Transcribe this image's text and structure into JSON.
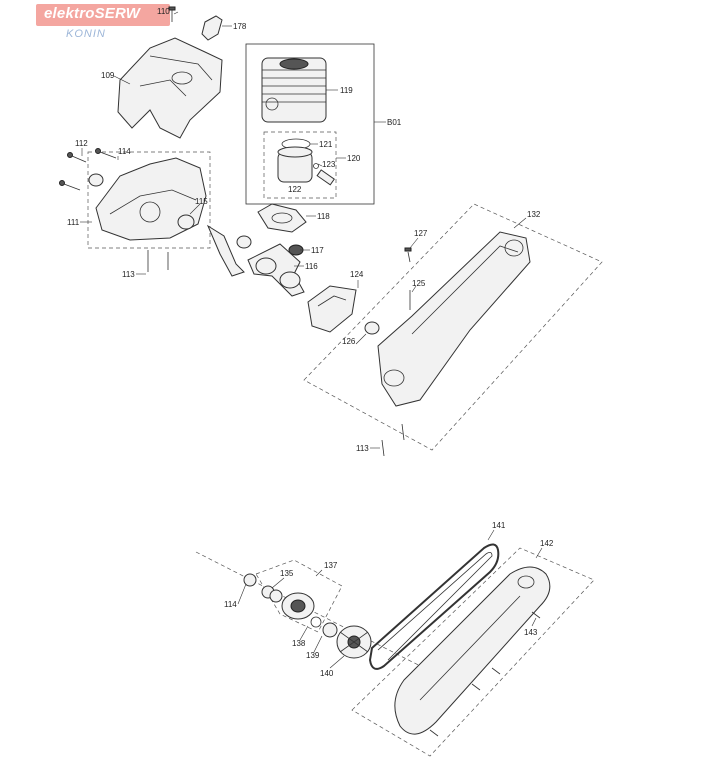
{
  "logo": {
    "main": "elektroSERW",
    "sub": "KONIN"
  },
  "callouts": [
    {
      "id": "110",
      "label": "110"
    },
    {
      "id": "178",
      "label": "178"
    },
    {
      "id": "109",
      "label": "109"
    },
    {
      "id": "119",
      "label": "119"
    },
    {
      "id": "B01",
      "label": "B01"
    },
    {
      "id": "121",
      "label": "121"
    },
    {
      "id": "120",
      "label": "120"
    },
    {
      "id": "123",
      "label": "123"
    },
    {
      "id": "122",
      "label": "122"
    },
    {
      "id": "112",
      "label": "112"
    },
    {
      "id": "114a",
      "label": "114"
    },
    {
      "id": "111",
      "label": "111"
    },
    {
      "id": "115",
      "label": "115"
    },
    {
      "id": "118",
      "label": "118"
    },
    {
      "id": "117",
      "label": "117"
    },
    {
      "id": "116",
      "label": "116"
    },
    {
      "id": "113a",
      "label": "113"
    },
    {
      "id": "124",
      "label": "124"
    },
    {
      "id": "127",
      "label": "127"
    },
    {
      "id": "132",
      "label": "132"
    },
    {
      "id": "125",
      "label": "125"
    },
    {
      "id": "126",
      "label": "126"
    },
    {
      "id": "113b",
      "label": "113"
    },
    {
      "id": "141",
      "label": "141"
    },
    {
      "id": "142",
      "label": "142"
    },
    {
      "id": "137",
      "label": "137"
    },
    {
      "id": "135",
      "label": "135"
    },
    {
      "id": "114b",
      "label": "114"
    },
    {
      "id": "143",
      "label": "143"
    },
    {
      "id": "138",
      "label": "138"
    },
    {
      "id": "139",
      "label": "139"
    },
    {
      "id": "140",
      "label": "140"
    }
  ]
}
